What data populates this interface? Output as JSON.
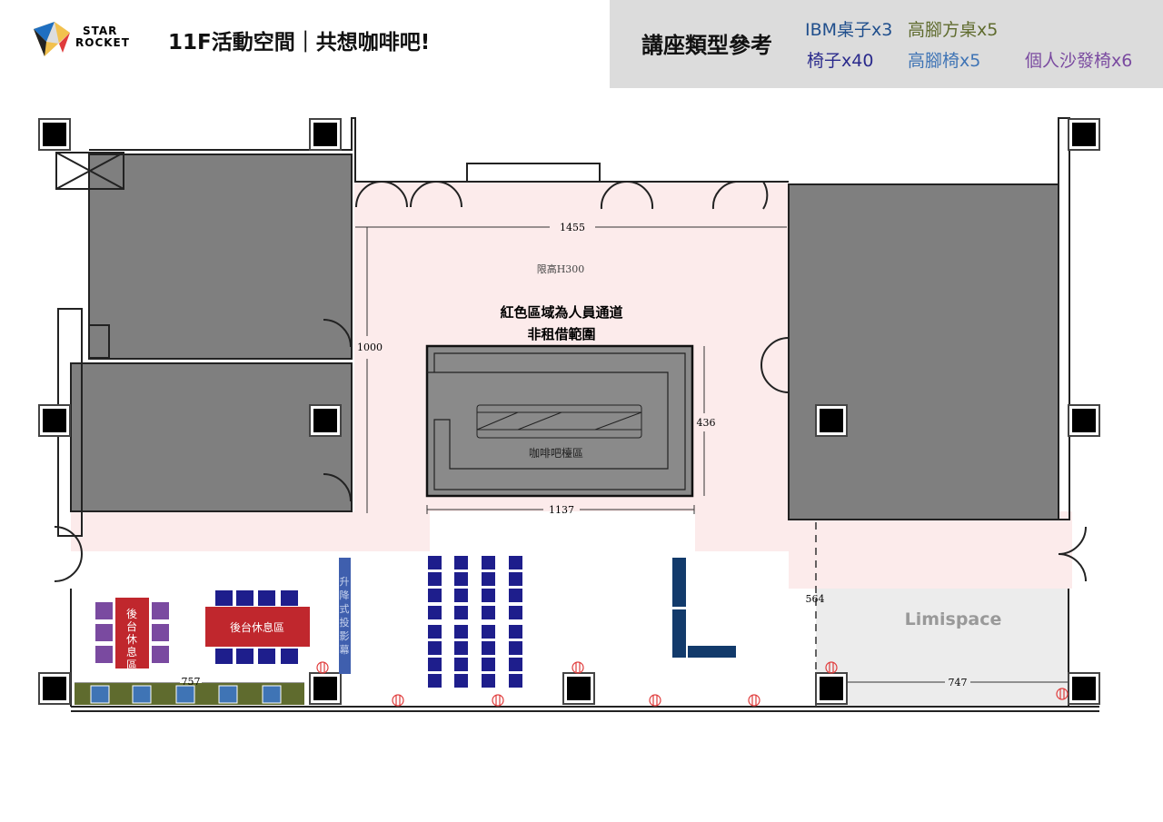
{
  "header": {
    "logo_text_line1": "STAR",
    "logo_text_line2": "ROCKET",
    "title": "11F活動空間｜共想咖啡吧!"
  },
  "legend": {
    "title": "講座類型參考",
    "items": [
      {
        "label": "IBM桌子x3",
        "color": "#1f4e8c"
      },
      {
        "label": "高腳方桌x5",
        "color": "#5f6b2e"
      },
      {
        "label": "椅子x40",
        "color": "#2a2a8c"
      },
      {
        "label": "高腳椅x5",
        "color": "#3f74b5"
      },
      {
        "label": "個人沙發椅x6",
        "color": "#7a4aa0"
      }
    ]
  },
  "plan": {
    "dim_top": "1455",
    "height_limit": "限高H300",
    "notice_line1": "紅色區域為人員通道",
    "notice_line2": "非租借範圍",
    "dim_left": "1000",
    "dim_bar_height": "436",
    "dim_bar_width": "1137",
    "bar_label": "咖啡吧檯區",
    "backstage_vertical": "後台休息區",
    "backstage_horizontal": "後台休息區",
    "screen_label": "升降式投影幕",
    "dim_bottom_left": "757",
    "dim_limispace_side": "564",
    "dim_limispace_width": "747",
    "limispace_label": "Limispace",
    "colors": {
      "walkway": "#fcebeb",
      "room": "#7f7f7f",
      "table": "#c0272d",
      "chair": "#1e1e8c",
      "sofa": "#7a4aa0",
      "ibm": "#123a6b",
      "stool": "#3f74b5",
      "hightable": "#5f6b2e",
      "screen": "#3f5fae",
      "limispace": "#ececec"
    }
  }
}
